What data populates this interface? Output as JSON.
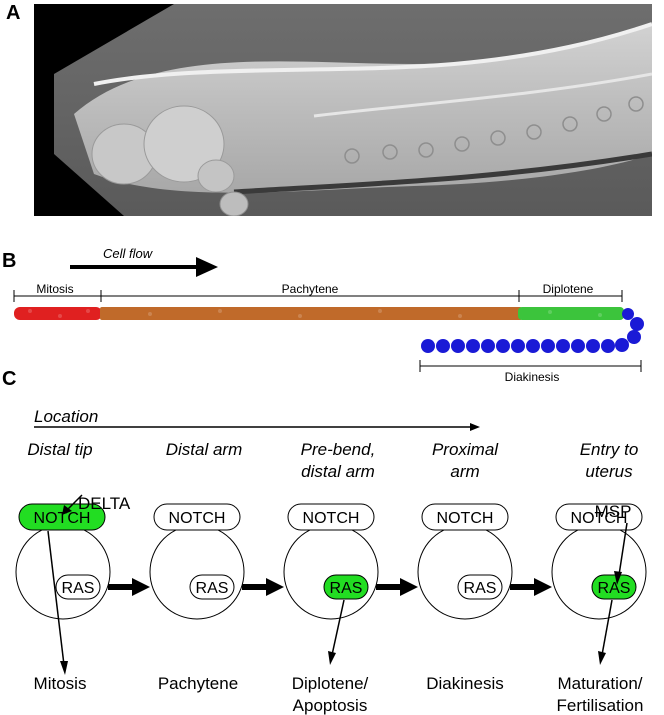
{
  "panels": {
    "a": "A",
    "b": "B",
    "c": "C"
  },
  "panel_b": {
    "cell_flow": "Cell flow",
    "stages": {
      "mitosis": "Mitosis",
      "pachytene": "Pachytene",
      "diplotene": "Diplotene",
      "diakinesis": "Diakinesis"
    },
    "colors": {
      "mitosis": "#e02020",
      "pachytene": "#c06a2a",
      "diplotene": "#3cc43c",
      "diakinesis": "#1a1ad6"
    }
  },
  "panel_c": {
    "location": "Location",
    "columns": [
      {
        "loc1": "Distal tip",
        "loc2": "",
        "outcome1": "Mitosis",
        "outcome2": ""
      },
      {
        "loc1": "Distal arm",
        "loc2": "",
        "outcome1": "Pachytene",
        "outcome2": ""
      },
      {
        "loc1": "Pre-bend,",
        "loc2": "distal arm",
        "outcome1": "Diplotene/",
        "outcome2": "Apoptosis"
      },
      {
        "loc1": "Proximal",
        "loc2": "arm",
        "outcome1": "Diakinesis",
        "outcome2": ""
      },
      {
        "loc1": "Entry to",
        "loc2": "uterus",
        "outcome1": "Maturation/",
        "outcome2": "Fertilisation"
      }
    ],
    "receptor": "NOTCH",
    "ras": "RAS",
    "delta": "DELTA",
    "msp": "MSP",
    "active_color": "#22dd22"
  }
}
